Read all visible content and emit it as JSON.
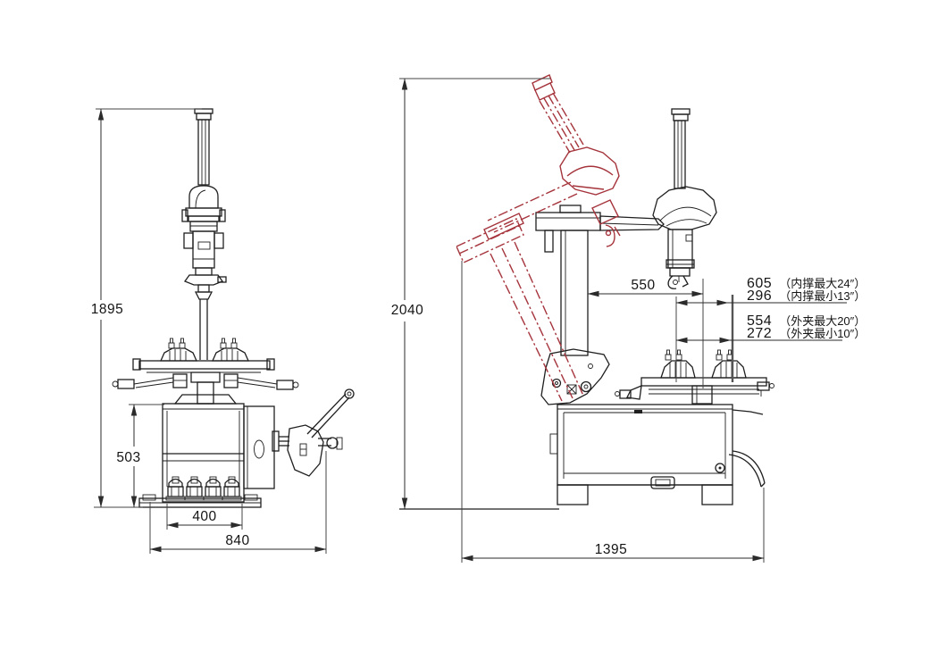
{
  "drawing": {
    "colors": {
      "line": "#1f1f1f",
      "phantom": "#a5343c",
      "background": "#ffffff"
    }
  },
  "front_view": {
    "overall_height": "1895",
    "cabinet_height": "503",
    "pedal_width": "400",
    "base_width": "840"
  },
  "side_view": {
    "overall_height": "2040",
    "arm_offset": "550",
    "overall_depth": "1395",
    "clamp_ranges": [
      {
        "value": "605",
        "note": "（内撑最大24″）"
      },
      {
        "value": "296",
        "note": "（内撑最小13″）"
      },
      {
        "value": "554",
        "note": "（外夹最大20″）"
      },
      {
        "value": "272",
        "note": "（外夹最小10″）"
      }
    ]
  }
}
